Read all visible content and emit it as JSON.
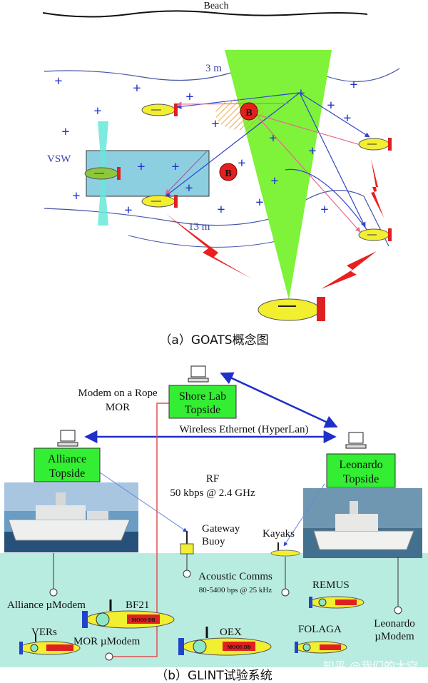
{
  "panel_a": {
    "beach": "Beach",
    "depth_3m": "3 m",
    "depth_13m": "13 m",
    "vsw": "VSW",
    "target_label": "B",
    "caption": "（a）GOATS概念图"
  },
  "panel_b": {
    "modem_rope_1": "Modem on a Rope",
    "modem_rope_2": "MOR",
    "shore_lab_1": "Shore Lab",
    "shore_lab_2": "Topside",
    "wireless": "Wireless Ethernet (HyperLan)",
    "alliance_top_1": "Alliance",
    "alliance_top_2": "Topside",
    "leonardo_top_1": "Leonardo",
    "leonardo_top_2": "Topside",
    "rf_1": "RF",
    "rf_2": "50 kbps @ 2.4 GHz",
    "gateway_1": "Gateway",
    "gateway_2": "Buoy",
    "kayaks": "Kayaks",
    "acoustic_1": "Acoustic Comms",
    "acoustic_2": "80-5400 bps @ 25 kHz",
    "alliance_modem": "Alliance µModem",
    "bf21": "BF21",
    "moos": "MOOS DB",
    "remus": "REMUS",
    "leonardo_modem_1": "Leonardo",
    "leonardo_modem_2": "µModem",
    "vers": "VERs",
    "mor_modem": "MOR µModem",
    "oex": "OEX",
    "folaga": "FOLAGA",
    "caption": "（b）GLINT试验系统",
    "watermark": "知乎 @我们的太空"
  },
  "colors": {
    "sea": "#b9ece0",
    "label_box": "#33ee33",
    "blue_link": "#2233cc",
    "auv_yellow": "#f2ee30",
    "auv_red": "#e02020",
    "cone": "#7ff23a",
    "vsw_box": "#8ccfe0"
  }
}
